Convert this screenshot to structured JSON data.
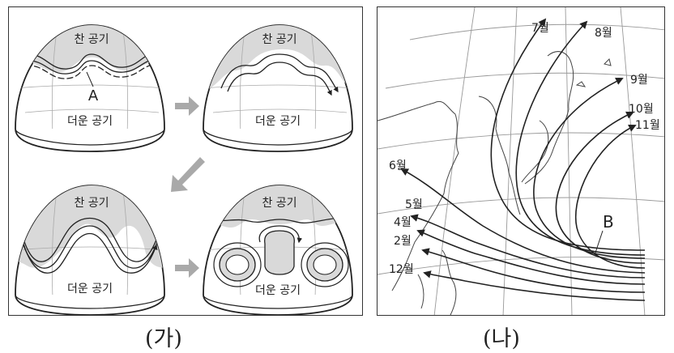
{
  "panel_ga": {
    "caption": "(가)",
    "cold_air_label": "찬 공기",
    "warm_air_label": "더운 공기",
    "point_label": "A"
  },
  "panel_na": {
    "caption": "(나)",
    "month_labels": [
      "7월",
      "8월",
      "9월",
      "10월",
      "11월",
      "6월",
      "5월",
      "4월",
      "2월",
      "12월"
    ],
    "point_label": "B"
  },
  "colors": {
    "cold_air_fill": "#d9d9d9",
    "arrow_gray": "#a9a9a9",
    "line": "#222222"
  }
}
